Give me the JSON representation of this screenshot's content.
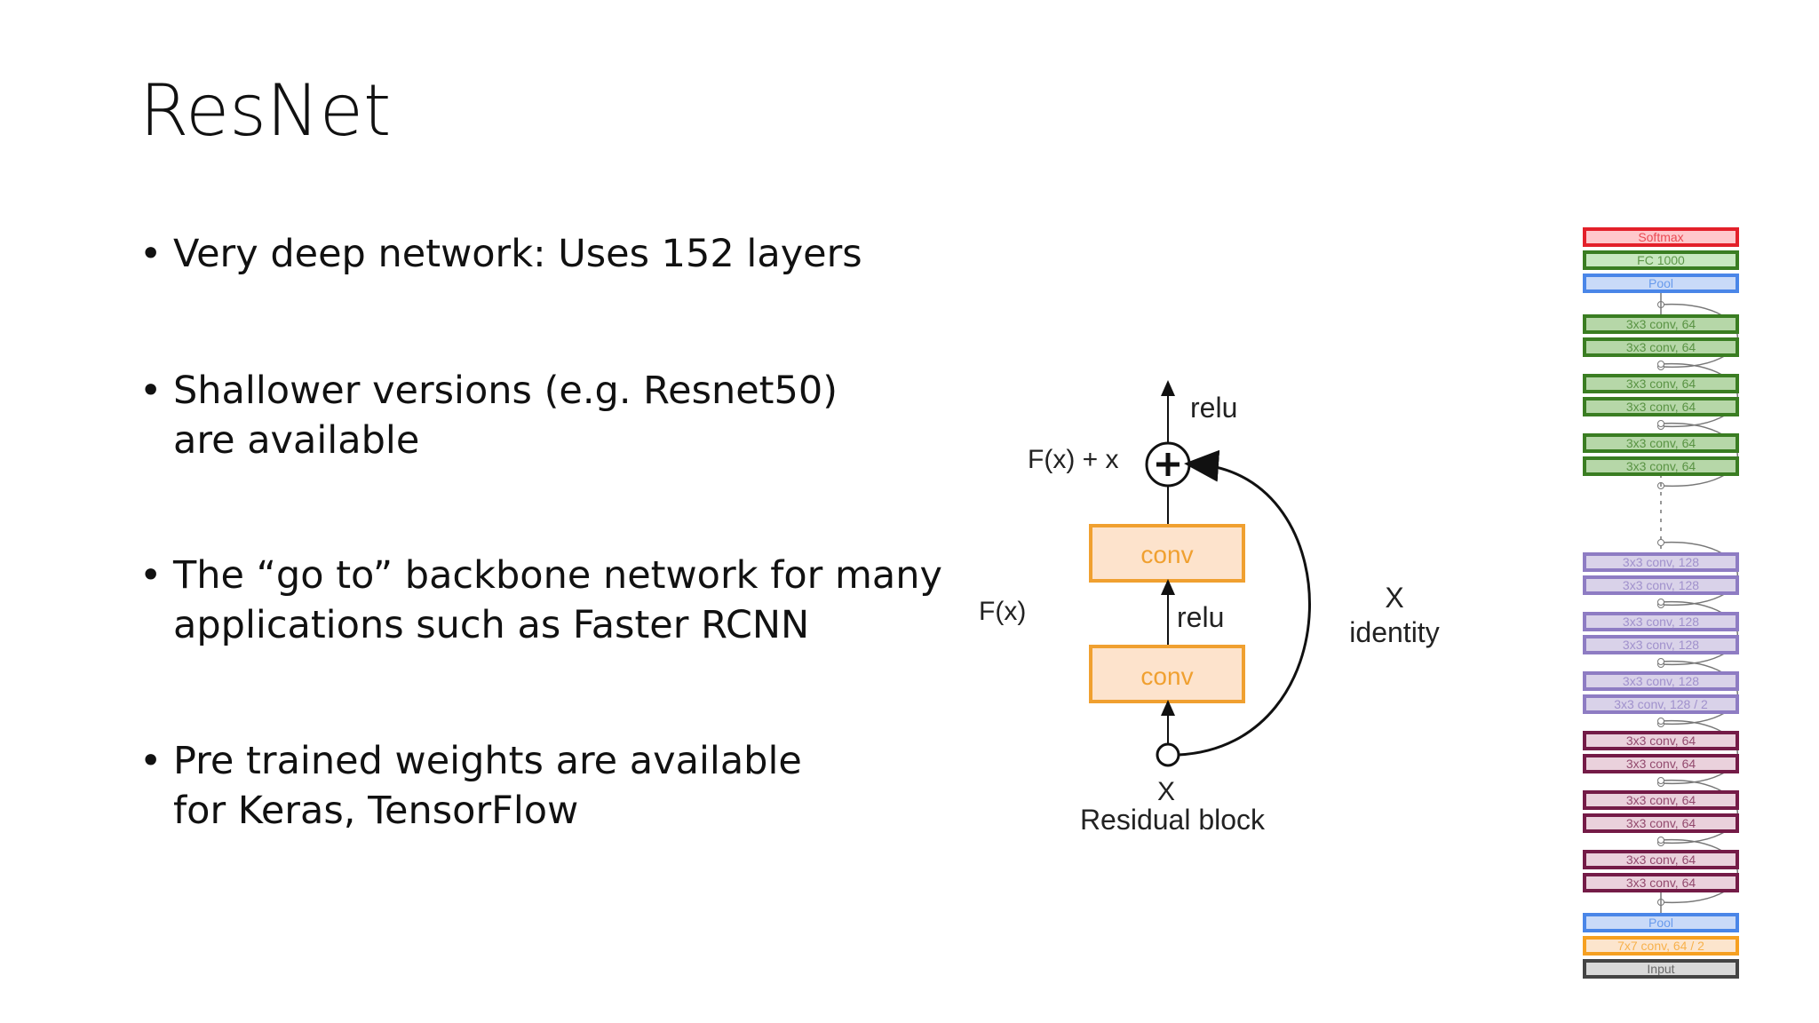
{
  "slide": {
    "title": "ResNet",
    "bullet_symbol": "•",
    "bullets": [
      "Very deep network: Uses 152 layers",
      "Shallower versions (e.g. Resnet50) are available",
      "The “go to” backbone network for many applications such as Faster RCNN",
      "Pre trained weights are available for Keras, TensorFlow"
    ]
  },
  "residual_block": {
    "top_relu": "relu",
    "sum_label": "F(x) + x",
    "conv_top": "conv",
    "conv_bottom": "conv",
    "fx_label": "F(x)",
    "mid_relu": "relu",
    "identity_x": "X",
    "identity_label": "identity",
    "input_x": "X",
    "caption": "Residual block",
    "conv_fill": "#fde3cc",
    "conv_stroke": "#f0a030"
  },
  "resnet_stack": {
    "layers": [
      {
        "label": "Softmax",
        "color": "#e3202a",
        "fill": "#ffc8cc"
      },
      {
        "label": "FC 1000",
        "color": "#3a7d22",
        "fill": "#c8e8c0"
      },
      {
        "label": "Pool",
        "color": "#4a86e8",
        "fill": "#c9daf8"
      },
      {
        "label": "3x3 conv, 64",
        "color": "#3a7d22",
        "fill": "#b6d7a8"
      },
      {
        "label": "3x3 conv, 64",
        "color": "#3a7d22",
        "fill": "#b6d7a8"
      },
      {
        "label": "3x3 conv, 64",
        "color": "#3a7d22",
        "fill": "#b6d7a8"
      },
      {
        "label": "3x3 conv, 64",
        "color": "#3a7d22",
        "fill": "#b6d7a8"
      },
      {
        "label": "3x3 conv, 64",
        "color": "#3a7d22",
        "fill": "#b6d7a8"
      },
      {
        "label": "3x3 conv, 64",
        "color": "#3a7d22",
        "fill": "#b6d7a8"
      },
      {
        "label": "3x3 conv, 128",
        "color": "#8e7cc3",
        "fill": "#d9d2e9"
      },
      {
        "label": "3x3 conv, 128",
        "color": "#8e7cc3",
        "fill": "#d9d2e9"
      },
      {
        "label": "3x3 conv, 128",
        "color": "#8e7cc3",
        "fill": "#d9d2e9"
      },
      {
        "label": "3x3 conv, 128",
        "color": "#8e7cc3",
        "fill": "#d9d2e9"
      },
      {
        "label": "3x3 conv, 128",
        "color": "#8e7cc3",
        "fill": "#d9d2e9"
      },
      {
        "label": "3x3 conv, 128 / 2",
        "color": "#8e7cc3",
        "fill": "#d9d2e9"
      },
      {
        "label": "3x3 conv, 64",
        "color": "#741b47",
        "fill": "#ead1dc"
      },
      {
        "label": "3x3 conv, 64",
        "color": "#741b47",
        "fill": "#ead1dc"
      },
      {
        "label": "3x3 conv, 64",
        "color": "#741b47",
        "fill": "#ead1dc"
      },
      {
        "label": "3x3 conv, 64",
        "color": "#741b47",
        "fill": "#ead1dc"
      },
      {
        "label": "3x3 conv, 64",
        "color": "#741b47",
        "fill": "#ead1dc"
      },
      {
        "label": "3x3 conv, 64",
        "color": "#741b47",
        "fill": "#ead1dc"
      },
      {
        "label": "Pool",
        "color": "#4a86e8",
        "fill": "#c9daf8"
      },
      {
        "label": "7x7 conv, 64 / 2",
        "color": "#f6a021",
        "fill": "#fce5cd"
      },
      {
        "label": "Input",
        "color": "#444444",
        "fill": "#d9d9d9"
      }
    ]
  }
}
